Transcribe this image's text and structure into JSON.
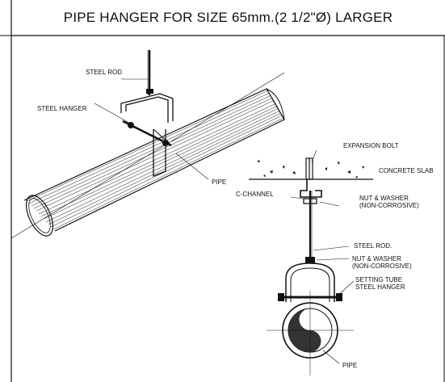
{
  "title": "PIPE HANGER FOR SIZE 65mm.(2 1/2\"Ø) LARGER",
  "labels": {
    "steel_rod": "STEEL ROD",
    "steel_hanger": "STEEL HANGER",
    "pipe_iso": "PIPE",
    "expansion_bolt": "EXPANSION BOLT",
    "concrete_slab": "CONCRETE SLAB",
    "c_channel": "C-CHANNEL",
    "nut_washer_1": "NUT & WASHER",
    "non_corrosive_1": "(NON-CORROSIVE)",
    "steel_rod_2": "STEEL ROD.",
    "nut_washer_2": "NUT & WASHER",
    "non_corrosive_2": "(NON-CORROSIVE)",
    "setting_tube": "SETTING TUBE",
    "steel_hanger_2": "STEEL HANGER",
    "pipe_section": "PIPE"
  }
}
